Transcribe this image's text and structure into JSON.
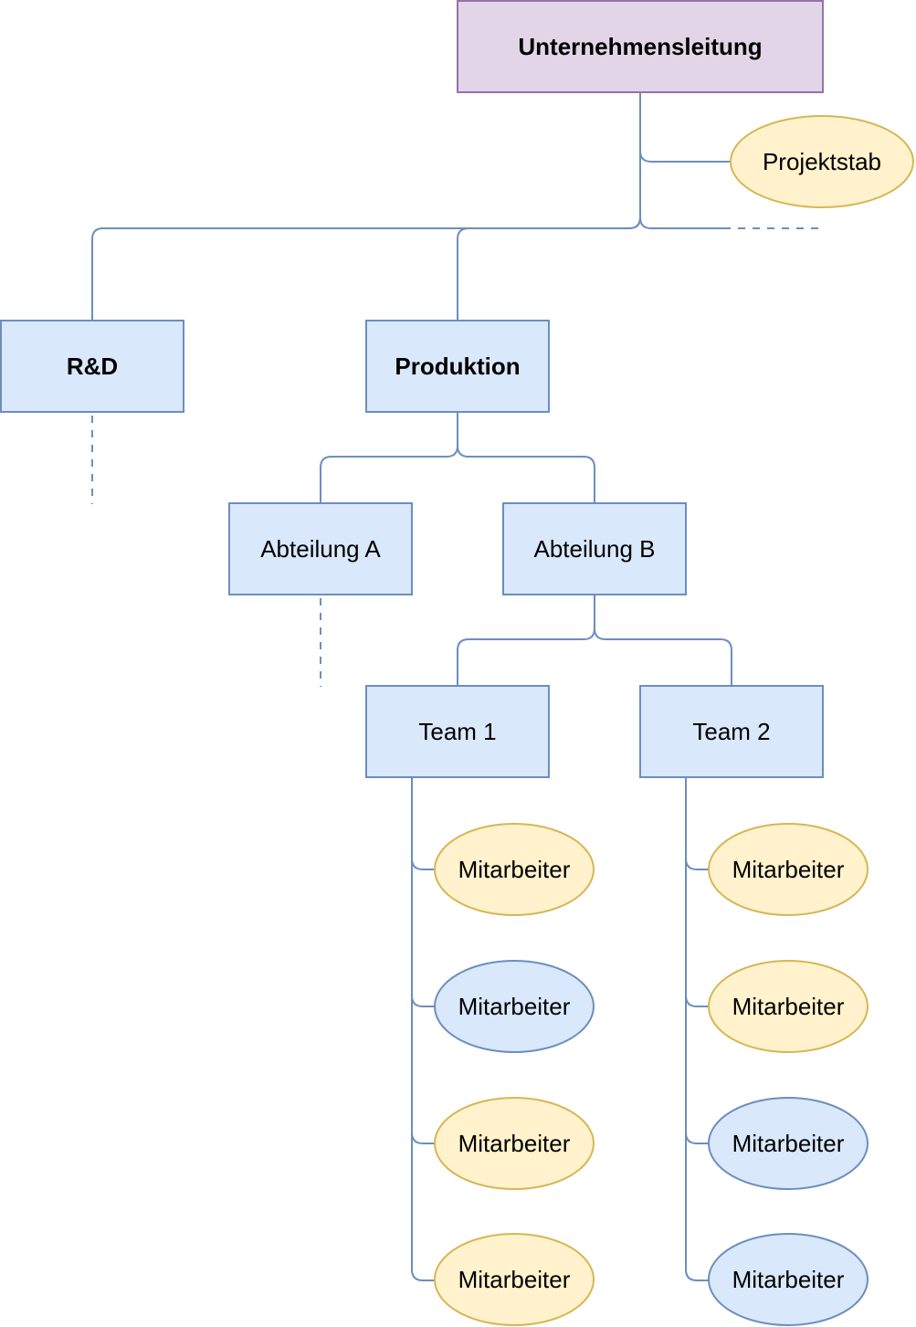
{
  "colors": {
    "connector": "#6c8ebf",
    "top_fill": "#e1d5e7",
    "top_stroke": "#9673a6",
    "blue_fill": "#dae8fc",
    "blue_stroke": "#6c8ebf",
    "yellow_fill": "#fff2cc",
    "yellow_stroke": "#d6b656"
  },
  "nodes": {
    "leadership": "Unternehmensleitung",
    "staff": "Projektstab",
    "rnd": "R&D",
    "production": "Produktion",
    "dept_a": "Abteilung A",
    "dept_b": "Abteilung B",
    "team1": "Team 1",
    "team2": "Team 2"
  },
  "team1_members": [
    {
      "label": "Mitarbeiter",
      "style": "yellow"
    },
    {
      "label": "Mitarbeiter",
      "style": "blue"
    },
    {
      "label": "Mitarbeiter",
      "style": "yellow"
    },
    {
      "label": "Mitarbeiter",
      "style": "yellow"
    }
  ],
  "team2_members": [
    {
      "label": "Mitarbeiter",
      "style": "yellow"
    },
    {
      "label": "Mitarbeiter",
      "style": "yellow"
    },
    {
      "label": "Mitarbeiter",
      "style": "blue"
    },
    {
      "label": "Mitarbeiter",
      "style": "blue"
    }
  ]
}
